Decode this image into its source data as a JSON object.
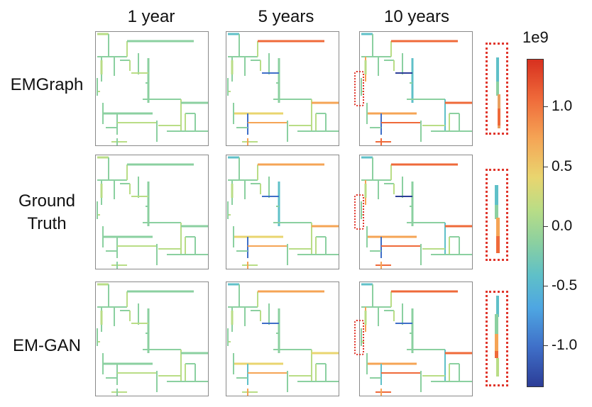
{
  "columns": [
    "1 year",
    "5 years",
    "10 years"
  ],
  "rows": [
    "EMGraph",
    "Ground\nTruth",
    "EM-GAN"
  ],
  "colorbar": {
    "exponent_label": "1e9",
    "ticks": [
      "1.0",
      "0.5",
      "0.0",
      "-0.5",
      "-1.0"
    ],
    "tick_values": [
      1.0,
      0.5,
      0.0,
      -0.5,
      -1.0
    ],
    "range": [
      -1.35,
      1.4
    ],
    "colormap": "rainbow (blue to red)",
    "colors": [
      "#d7301f",
      "#f5a455",
      "#b9dd86",
      "#5fc0c8",
      "#2c3d97"
    ]
  },
  "chart_data": {
    "type": "heatmap",
    "title": "",
    "x_categories": [
      "1 year",
      "5 years",
      "10 years"
    ],
    "y_categories": [
      "EMGraph",
      "Ground Truth",
      "EM-GAN"
    ],
    "colorbar_ticks": [
      1.0,
      0.5,
      0.0,
      -0.5,
      -1.0
    ],
    "colorbar_scale": "1e9",
    "colorbar_range": [
      -1.35,
      1.4
    ],
    "highlight": "zoomed region of 10 years panel in each row"
  }
}
